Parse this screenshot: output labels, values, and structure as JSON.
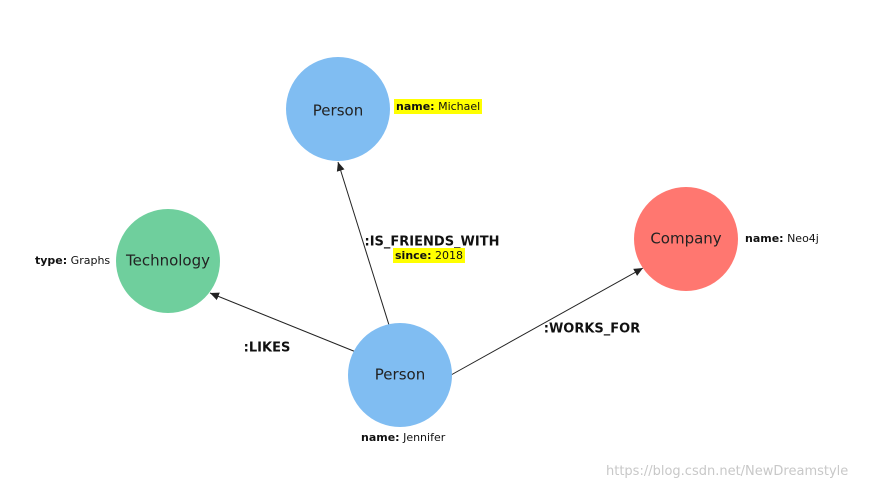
{
  "colors": {
    "person": "#80bdf2",
    "technology": "#6fcf9d",
    "company": "#ff7770",
    "highlight": "#ffff00",
    "edge": "#222222"
  },
  "nodes": {
    "person_top": {
      "label": "Person",
      "prop_key": "name:",
      "prop_value": "Michael"
    },
    "technology": {
      "label": "Technology",
      "prop_key": "type:",
      "prop_value": "Graphs"
    },
    "company": {
      "label": "Company",
      "prop_key": "name:",
      "prop_value": "Neo4j"
    },
    "person_center": {
      "label": "Person",
      "prop_key": "name:",
      "prop_value": "Jennifer"
    }
  },
  "relationships": {
    "is_friends_with": {
      "label": ":IS_FRIENDS_WITH",
      "prop_key": "since:",
      "prop_value": "2018"
    },
    "likes": {
      "label": ":LIKES"
    },
    "works_for": {
      "label": ":WORKS_FOR"
    }
  },
  "watermark": "https://blog.csdn.net/NewDreamstyle"
}
